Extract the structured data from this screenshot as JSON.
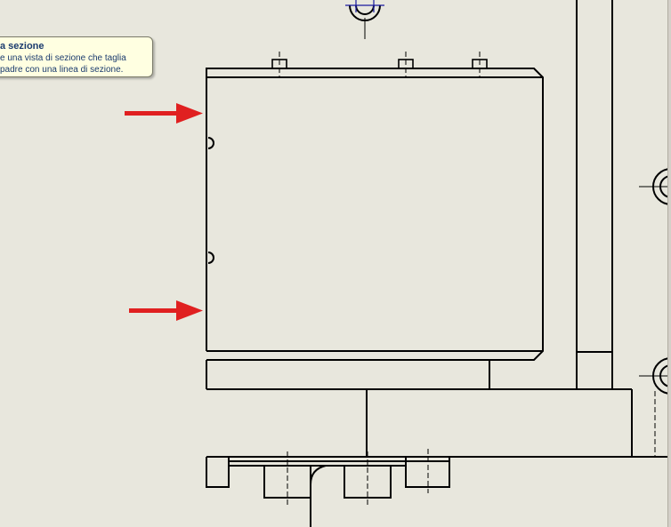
{
  "tooltip": {
    "title": "a sezione",
    "line1": "e una vista di sezione che taglia",
    "line2": "padre con una linea di sezione."
  },
  "colors": {
    "background": "#e8e7dd",
    "line": "#000000",
    "arrow": "#e02020",
    "crosshair": "#1a1aa0",
    "tooltip_bg": "#ffffe1",
    "tooltip_text": "#1b3b6e"
  },
  "icons": [
    "red-arrow-icon",
    "crosshair-icon"
  ]
}
